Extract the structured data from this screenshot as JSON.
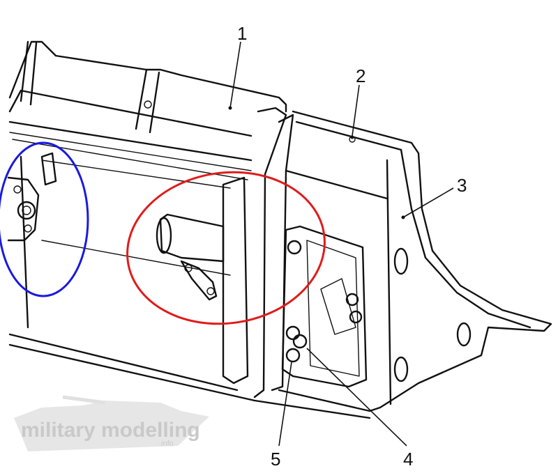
{
  "callouts": [
    {
      "id": "1",
      "label": "1"
    },
    {
      "id": "2",
      "label": "2"
    },
    {
      "id": "3",
      "label": "3"
    },
    {
      "id": "4",
      "label": "4"
    },
    {
      "id": "5",
      "label": "5"
    }
  ],
  "highlights": {
    "blue_color": "#1a1adf",
    "red_color": "#e01b1b"
  },
  "watermark": {
    "main": "military modelling",
    "sub": ".info"
  }
}
